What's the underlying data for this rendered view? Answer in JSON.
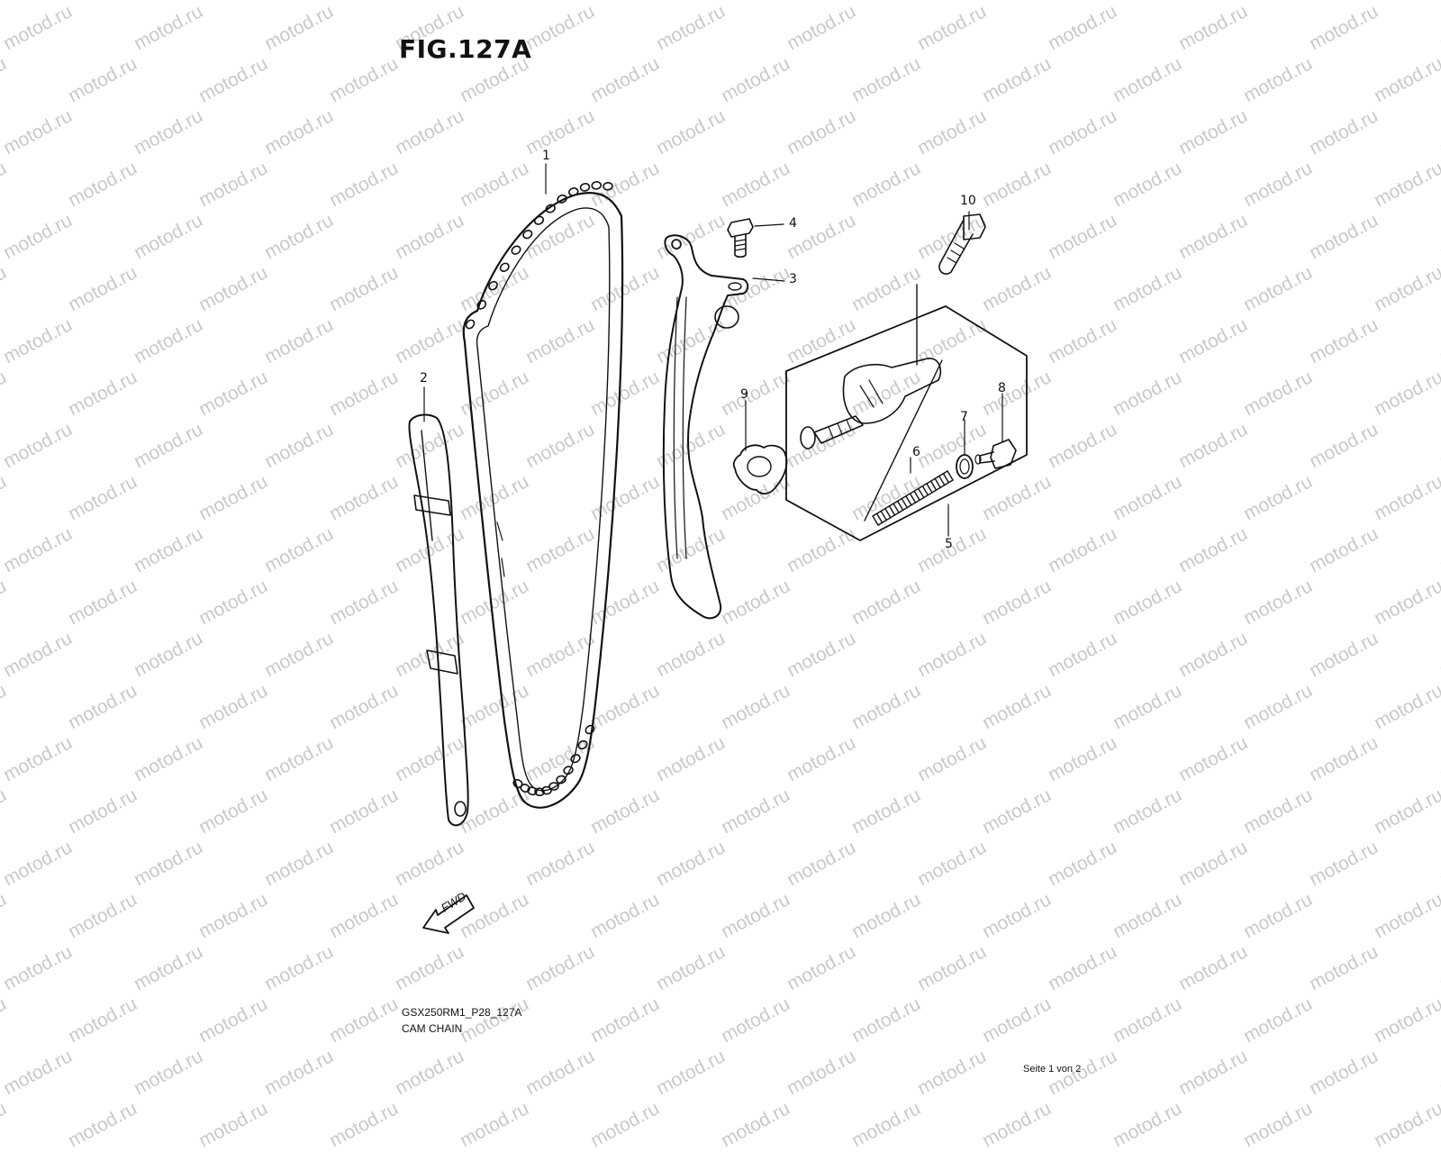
{
  "figure": {
    "title": "FIG.127A",
    "model_code": "GSX250RM1_P28_127A",
    "section_name": "CAM CHAIN",
    "page_indicator": "Seite 1 von 2"
  },
  "watermark": {
    "text": "motod.ru",
    "color": "#c9c9c9"
  },
  "direction_marker": {
    "label": "FWD",
    "icon": "arrow-left-icon"
  },
  "callouts": [
    {
      "id": "1",
      "part": "cam-chain"
    },
    {
      "id": "2",
      "part": "chain-guide"
    },
    {
      "id": "3",
      "part": "tensioner-blade"
    },
    {
      "id": "4",
      "part": "bolt"
    },
    {
      "id": "5",
      "part": "tensioner-assembly"
    },
    {
      "id": "6",
      "part": "spring"
    },
    {
      "id": "7",
      "part": "o-ring"
    },
    {
      "id": "8",
      "part": "plug-bolt"
    },
    {
      "id": "9",
      "part": "gasket"
    },
    {
      "id": "10",
      "part": "bolt-long"
    }
  ]
}
